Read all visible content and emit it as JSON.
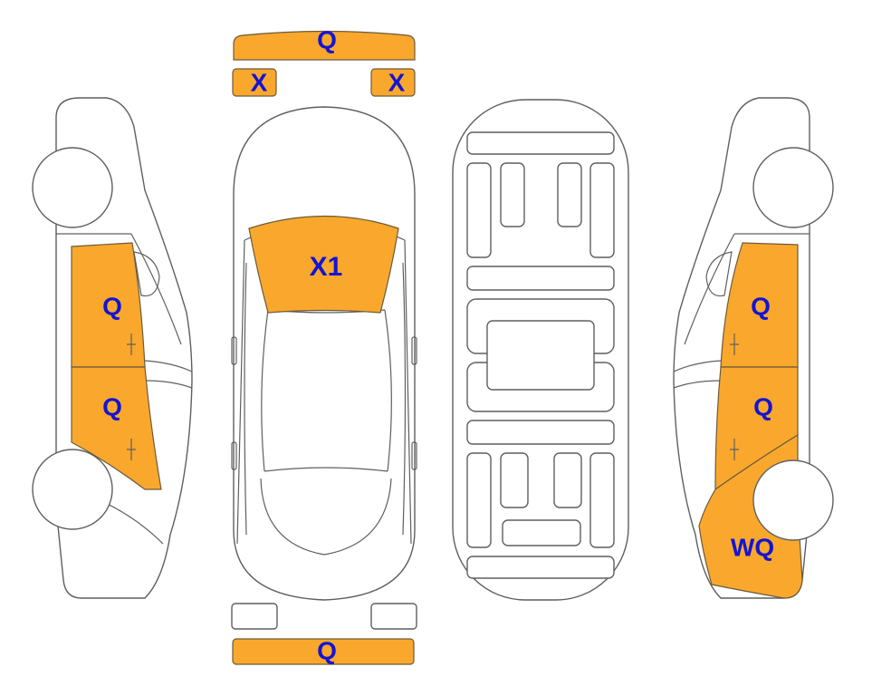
{
  "colors": {
    "damage_fill": "#F9A82D",
    "label_color": "#1414D2",
    "outline": "#5F5F5F"
  },
  "labels": {
    "front_bumper": "Q",
    "front_left_light": "X",
    "front_right_light": "X",
    "hood": "X1",
    "rear_bumper": "Q",
    "left_front_door": "Q",
    "left_rear_door": "Q",
    "right_front_door": "Q",
    "right_rear_door": "Q",
    "right_rear_quarter": "WQ"
  }
}
